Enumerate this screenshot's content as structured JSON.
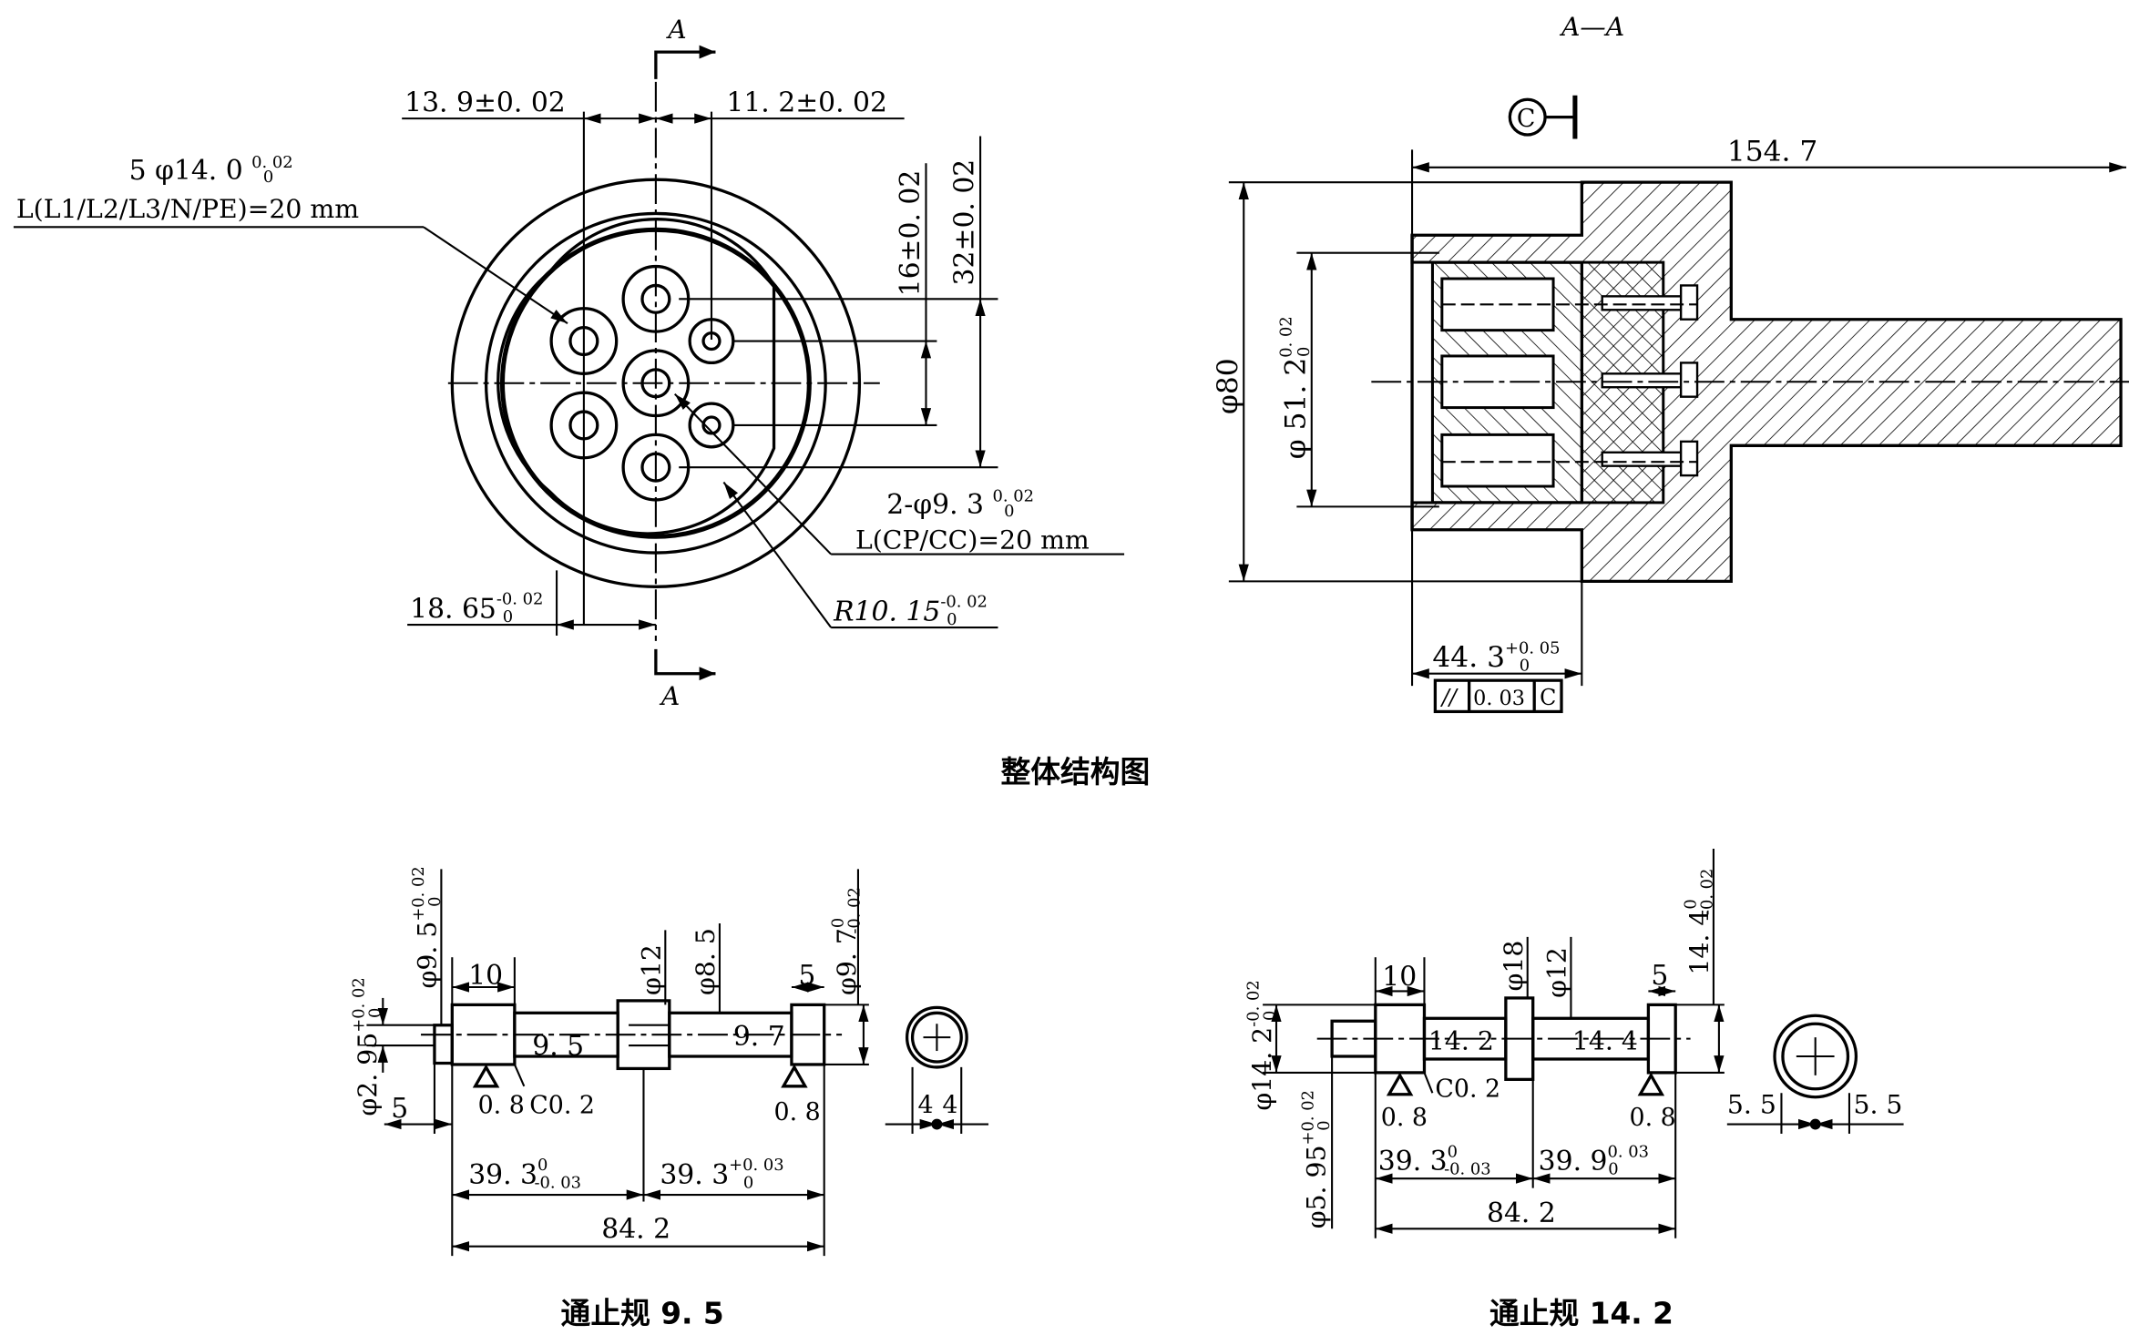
{
  "view_front": {
    "section_marker_top": "A",
    "section_marker_bottom": "A",
    "dim_left_offset": "13. 9±0. 02",
    "dim_right_offset": "11. 2±0. 02",
    "pin_count_dia": "5  φ14. 0 ",
    "pin_count_dia_tol_upper": "0. 02",
    "pin_count_dia_tol_lower": "0",
    "pin_length_note": "L(L1/L2/L3/N/PE)=20 mm",
    "dim_16": "16±0. 02",
    "dim_32": "32±0. 02",
    "small_pins": "2-φ9. 3 ",
    "small_pins_tol_upper": "0. 02",
    "small_pins_tol_lower": "0",
    "small_pin_length_note": "L(CP/CC)=20 mm",
    "dim_1865": "18. 65",
    "dim_1865_tol_upper": "-0. 02",
    "dim_1865_tol_lower": "0",
    "dim_radius": "R10. 15",
    "dim_radius_tol_upper": "-0. 02",
    "dim_radius_tol_lower": "0"
  },
  "view_section": {
    "title": "A—A",
    "datum": "C",
    "dim_length": "154. 7",
    "dim_dia80": "φ80",
    "dim_dia512": "φ 51. 2",
    "dim_dia512_tol_upper": "0. 02",
    "dim_dia512_tol_lower": "0",
    "dim_depth": "44. 3",
    "dim_depth_tol_upper": "+0. 05",
    "dim_depth_tol_lower": "0",
    "tol_symbol": "//",
    "tol_value": "0. 03",
    "tol_datum": "C"
  },
  "caption_main": "整体结构图",
  "gauge_95": {
    "caption": "通止规 9. 5",
    "dia_go": "φ9. 5",
    "dia_go_tol_upper": "+0. 02",
    "dia_go_tol_lower": "0",
    "dia_12": "φ12",
    "dia_85": "φ8. 5",
    "dia_nogo": "φ9. 7",
    "dia_nogo_tol_upper": "0",
    "dia_nogo_tol_lower": "-0. 02",
    "dia_tip": "φ2. 95",
    "dia_tip_tol_upper": "+0. 02",
    "dia_tip_tol_lower": "0",
    "dim_10": "10",
    "dim_5_right": "5",
    "dim_5_left": "5",
    "label_95": "9. 5",
    "label_97": "9. 7",
    "rough_left": "0. 8",
    "chamfer": "C0. 2",
    "rough_right": "0. 8",
    "len_left": "39. 3",
    "len_left_tol_upper": "0",
    "len_left_tol_lower": "-0. 03",
    "len_right": "39. 3",
    "len_right_tol_upper": "+0. 03",
    "len_right_tol_lower": "0",
    "len_total": "84. 2",
    "end_4a": "4",
    "end_4b": "4"
  },
  "gauge_142": {
    "caption": "通止规 14. 2",
    "dia_go": "φ14. 2",
    "dia_go_tol_upper": "-0. 02",
    "dia_go_tol_lower": "0",
    "dia_18": "φ18",
    "dia_12": "φ12",
    "dia_nogo": "14. 4",
    "dia_nogo_tol_upper": "0",
    "dia_nogo_tol_lower": "-0. 02",
    "dia_tip": "φ5. 95",
    "dia_tip_tol_upper": "+0. 02",
    "dia_tip_tol_lower": "0",
    "dim_10": "10",
    "dim_5": "5",
    "label_142": "14. 2",
    "label_144": "14. 4",
    "rough_left": "0. 8",
    "chamfer": "C0. 2",
    "rough_right": "0. 8",
    "len_left": "39. 3",
    "len_left_tol_upper": "0",
    "len_left_tol_lower": "-0. 03",
    "len_right": "39. 9",
    "len_right_tol_upper": "0. 03",
    "len_right_tol_lower": "0",
    "len_total": "84. 2",
    "end_55a": "5. 5",
    "end_55b": "5. 5"
  }
}
